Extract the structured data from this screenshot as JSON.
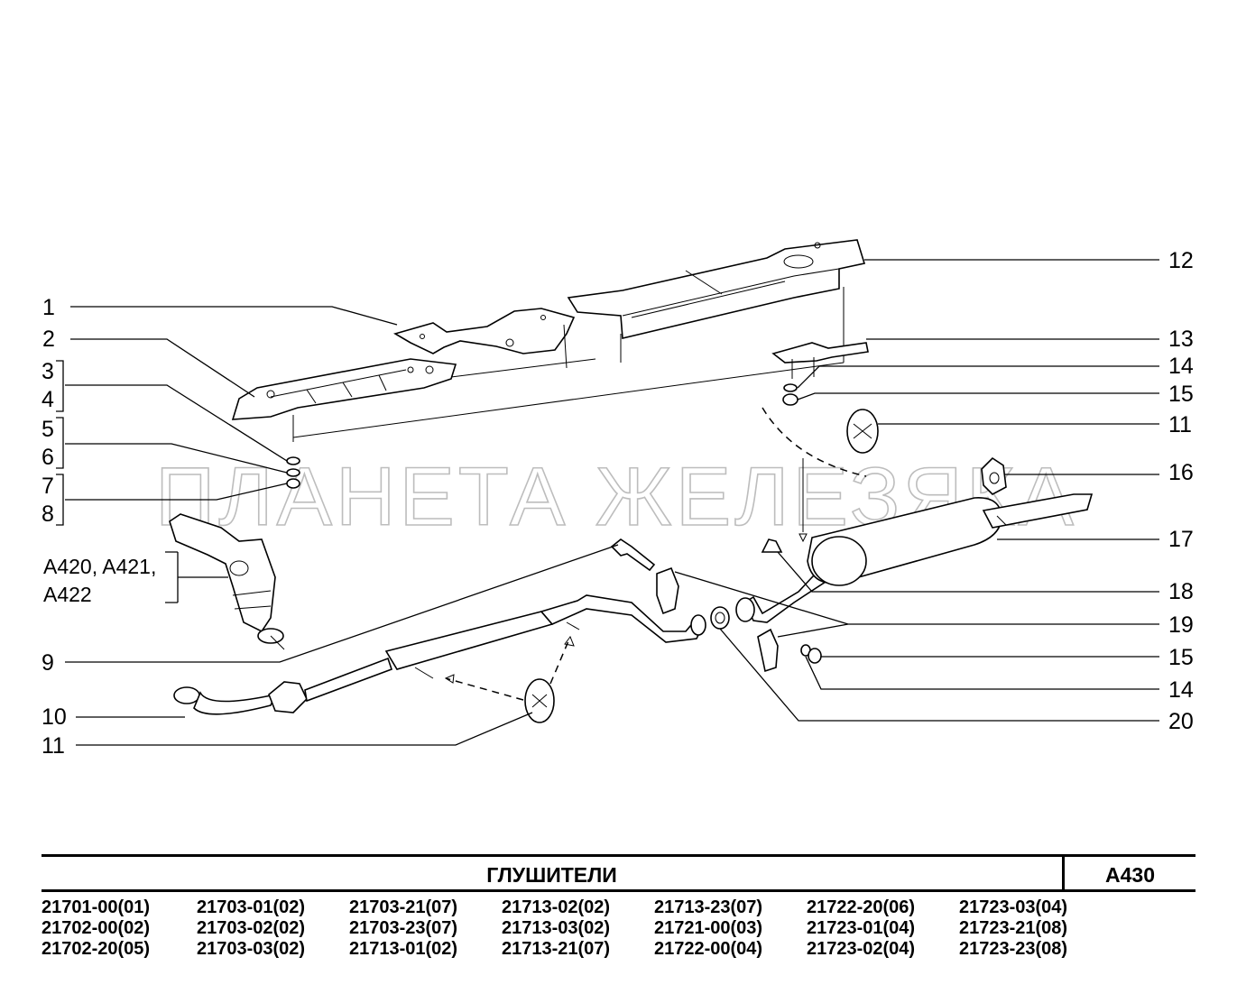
{
  "watermark": "ПЛАНЕТА ЖЕЛЕЗЯКА",
  "callouts": {
    "c1": "1",
    "c2": "2",
    "c3": "3",
    "c4": "4",
    "c5": "5",
    "c6": "6",
    "c7": "7",
    "c8": "8",
    "c9": "9",
    "c10": "10",
    "c11a": "11",
    "c12": "12",
    "c13": "13",
    "c14a": "14",
    "c15a": "15",
    "c11b": "11",
    "c16": "16",
    "c17": "17",
    "c18": "18",
    "c19": "19",
    "c15b": "15",
    "c14b": "14",
    "c20": "20"
  },
  "variant_note": {
    "line1": "A420, A421,",
    "line2": "A422"
  },
  "title": "ГЛУШИТЕЛИ",
  "code": "A430",
  "models": [
    [
      "21701-00(01)",
      "21702-00(02)",
      "21702-20(05)"
    ],
    [
      "21703-01(02)",
      "21703-02(02)",
      "21703-03(02)"
    ],
    [
      "21703-21(07)",
      "21703-23(07)",
      "21713-01(02)"
    ],
    [
      "21713-02(02)",
      "21713-03(02)",
      "21713-21(07)"
    ],
    [
      "21713-23(07)",
      "21721-00(03)",
      "21722-00(04)"
    ],
    [
      "21722-20(06)",
      "21723-01(04)",
      "21723-02(04)"
    ],
    [
      "21723-03(04)",
      "21723-21(08)",
      "21723-23(08)"
    ]
  ]
}
